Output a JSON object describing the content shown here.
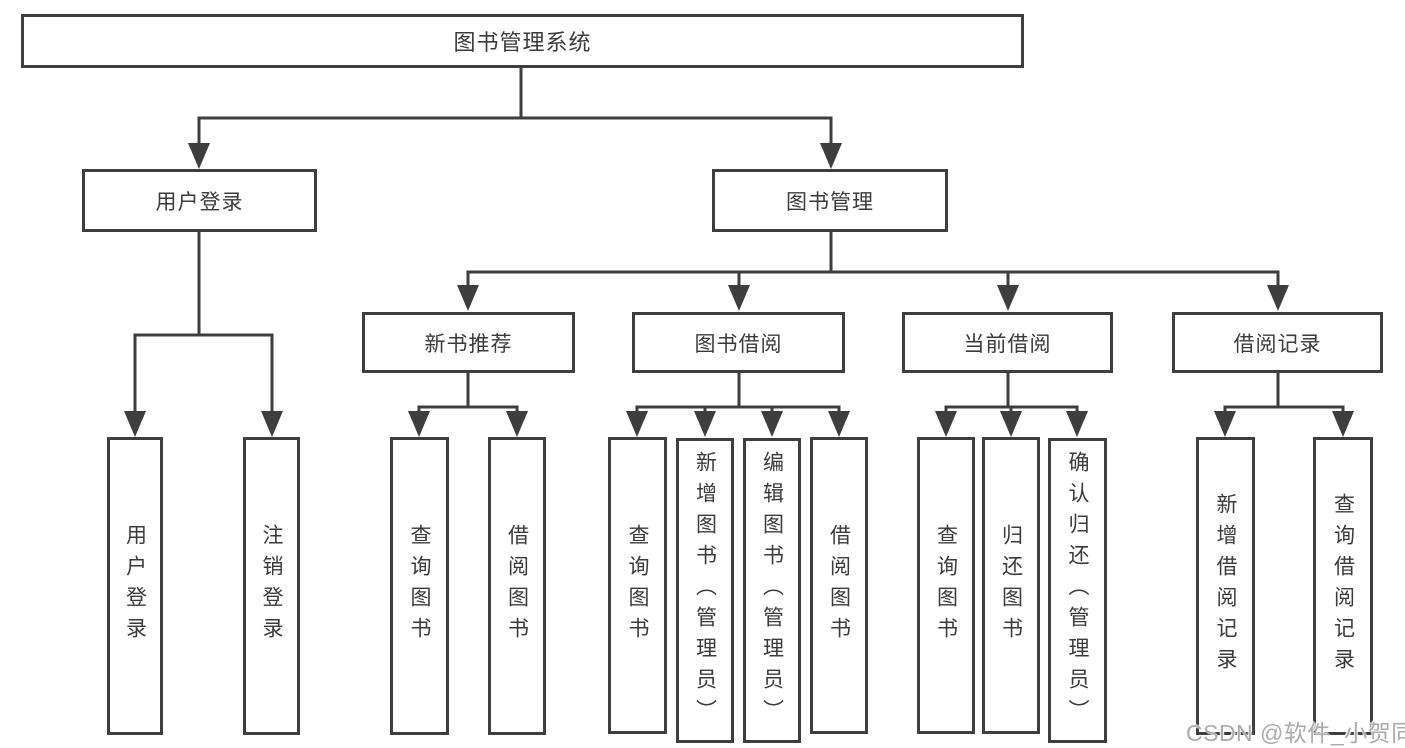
{
  "colors": {
    "line": "#3e3e3e",
    "box_border": "#3e3e3e",
    "text": "#3b3b3b",
    "watermark_text": "#ababab",
    "background": "#ffffff"
  },
  "root": {
    "label": "图书管理系统"
  },
  "user_login": {
    "label": "用户登录",
    "children": [
      {
        "label": "用户登录"
      },
      {
        "label": "注销登录"
      }
    ]
  },
  "book_management": {
    "label": "图书管理",
    "groups": [
      {
        "label": "新书推荐",
        "children": [
          {
            "label": "查询图书"
          },
          {
            "label": "借阅图书"
          }
        ]
      },
      {
        "label": "图书借阅",
        "children": [
          {
            "label": "查询图书"
          },
          {
            "label": "新增图书（管理员）"
          },
          {
            "label": "编辑图书（管理员）"
          },
          {
            "label": "借阅图书"
          }
        ]
      },
      {
        "label": "当前借阅",
        "children": [
          {
            "label": "查询图书"
          },
          {
            "label": "归还图书"
          },
          {
            "label": "确认归还（管理员）"
          }
        ]
      },
      {
        "label": "借阅记录",
        "children": [
          {
            "label": "新增借阅记录"
          },
          {
            "label": "查询借阅记录"
          }
        ]
      }
    ]
  },
  "watermark": "CSDN @软件_小贺同学"
}
